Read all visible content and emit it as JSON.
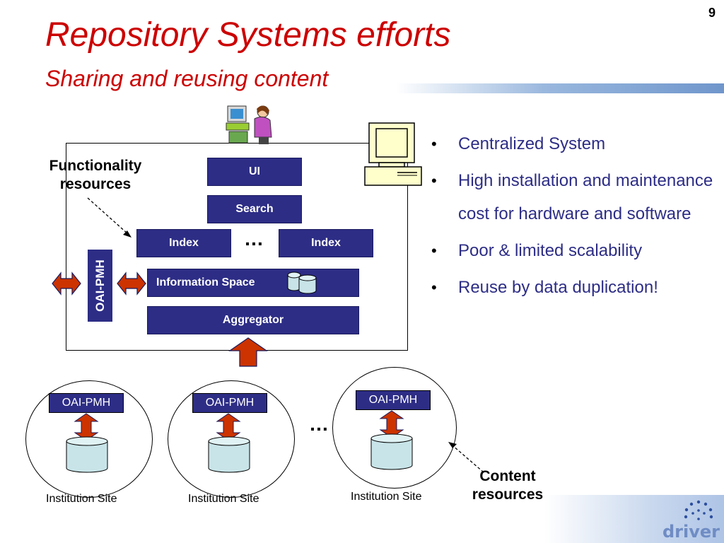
{
  "page_number": "9",
  "title": "Repository Systems efforts",
  "subtitle": "Sharing and reusing content",
  "system": {
    "ui_label": "UI",
    "search_label": "Search",
    "index_left_label": "Index",
    "index_right_label": "Index",
    "ellipsis": "…",
    "information_space_label": "Information Space",
    "aggregator_label": "Aggregator",
    "oai_vertical_label": "OAI-PMH"
  },
  "annotations": {
    "functionality_line1": "Functionality",
    "functionality_line2": "resources",
    "content_line1": "Content",
    "content_line2": "resources"
  },
  "sites": [
    {
      "oai_label": "OAI-PMH",
      "label": "Institution Site"
    },
    {
      "oai_label": "OAI-PMH",
      "label": "Institution Site"
    },
    {
      "oai_label": "OAI-PMH",
      "label": "Institution Site"
    }
  ],
  "sites_ellipsis": "…",
  "bullets": [
    "Centralized System",
    "High installation and maintenance cost for hardware and software",
    "Poor & limited scalability",
    "Reuse by data duplication!"
  ],
  "logo_text": "driver",
  "colors": {
    "title": "#cc0000",
    "block_fill": "#2d2d86",
    "bullet_text": "#2d2d86",
    "arrow_fill": "#cc3300",
    "cylinder_fill": "#c8e4e8"
  },
  "icons": [
    "user-at-computer-icon",
    "desktop-computer-icon",
    "database-icon",
    "double-arrow-icon",
    "up-arrow-icon"
  ]
}
